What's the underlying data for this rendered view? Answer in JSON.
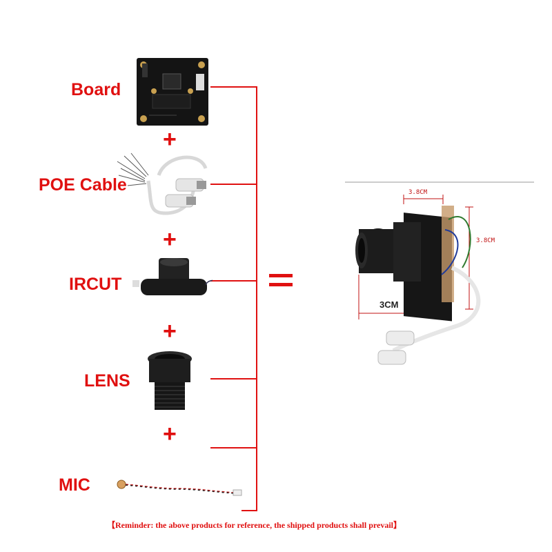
{
  "labels": {
    "board": "Board",
    "poe_cable": "POE Cable",
    "ircut": "IRCUT",
    "lens": "LENS",
    "mic": "MIC"
  },
  "operators": {
    "plus": "+",
    "equals": "="
  },
  "dimensions": {
    "top_width": "3.8CM",
    "right_height": "3.8CM",
    "depth": "3CM"
  },
  "reminder": "【Reminder: the above products for reference, the shipped products shall prevail】",
  "colors": {
    "accent": "#e01010"
  }
}
